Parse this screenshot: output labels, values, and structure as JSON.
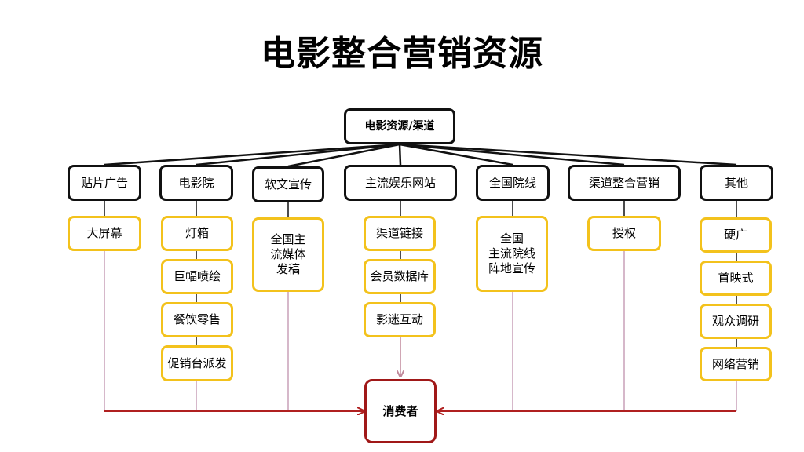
{
  "title": "电影整合营销资源",
  "root": "电影资源/渠道",
  "consumer": "消费者",
  "categories": [
    {
      "label": "贴片广告",
      "items": [
        "大屏幕"
      ]
    },
    {
      "label": "电影院",
      "items": [
        "灯箱",
        "巨幅喷绘",
        "餐饮零售",
        "促销台派发"
      ]
    },
    {
      "label": "软文宣传",
      "items": [
        "全国主\n流媒体\n发稿"
      ]
    },
    {
      "label": "主流娱乐网站",
      "items": [
        "渠道链接",
        "会员数据库",
        "影迷互动"
      ]
    },
    {
      "label": "全国院线",
      "items": [
        "全国\n主流院线\n阵地宣传"
      ]
    },
    {
      "label": "渠道整合营销",
      "items": [
        "授权"
      ]
    },
    {
      "label": "其他",
      "items": [
        "硬广",
        "首映式",
        "观众调研",
        "网络营销"
      ]
    }
  ],
  "colors": {
    "category_border": "#111111",
    "item_border": "#f3c21c",
    "consumer_border": "#a01818",
    "flow_line": "#c8a0b8",
    "arrow": "#b02020"
  }
}
